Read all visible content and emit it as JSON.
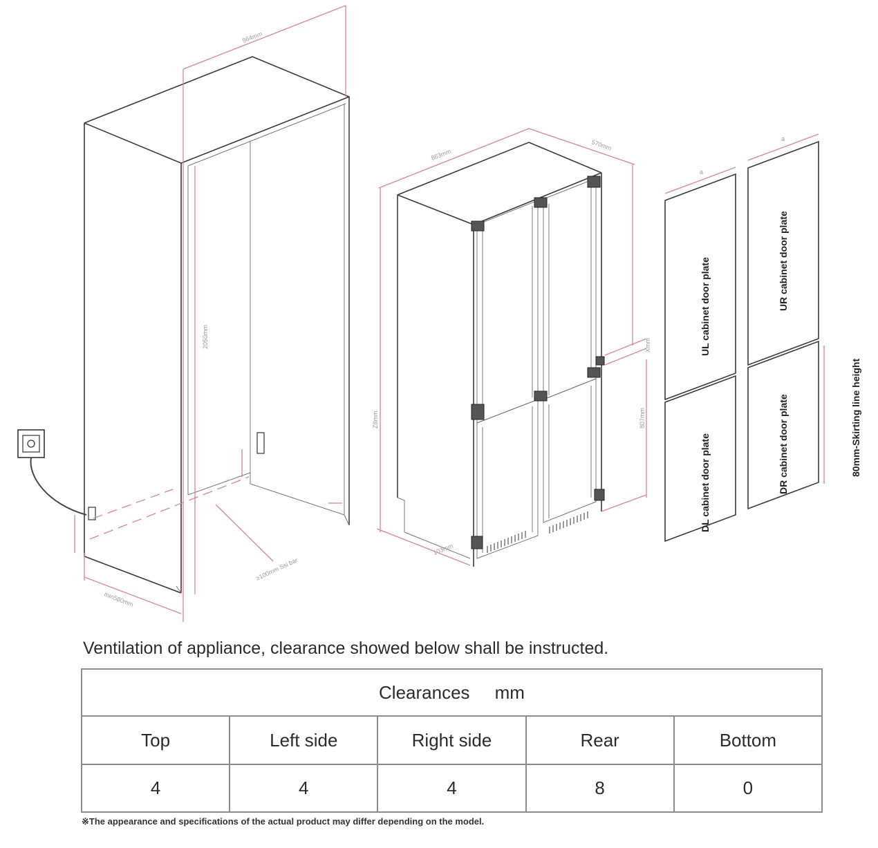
{
  "diagram": {
    "cabinet_dims": {
      "width": "964mm",
      "height": "2050mm",
      "depth": "min580mm",
      "socket_label": "",
      "vent_label": "≥100mm Ssi bar"
    },
    "fridge_dims": {
      "width": "863mm",
      "depth": "570mm",
      "height": "Z8mm",
      "mid_gap": "Xmm",
      "lower_height": "807mm",
      "base": "103mm"
    },
    "panels": {
      "ul": "UL cabinet door plate",
      "ur": "UR cabinet door plate",
      "dl": "DL cabinet door plate",
      "dr": "DR cabinet door plate",
      "width_mark_left": "a",
      "width_mark_right": "a",
      "skirting": "80mm-Skirting line height"
    }
  },
  "caption": "Ventilation of appliance, clearance showed below shall be instructed.",
  "table": {
    "title": "Clearances     mm",
    "headers": [
      "Top",
      "Left side",
      "Right side",
      "Rear",
      "Bottom"
    ],
    "values": [
      "4",
      "4",
      "4",
      "8",
      "0"
    ]
  },
  "disclaimer": "※The appearance and specifications of the actual product may differ depending on the model."
}
